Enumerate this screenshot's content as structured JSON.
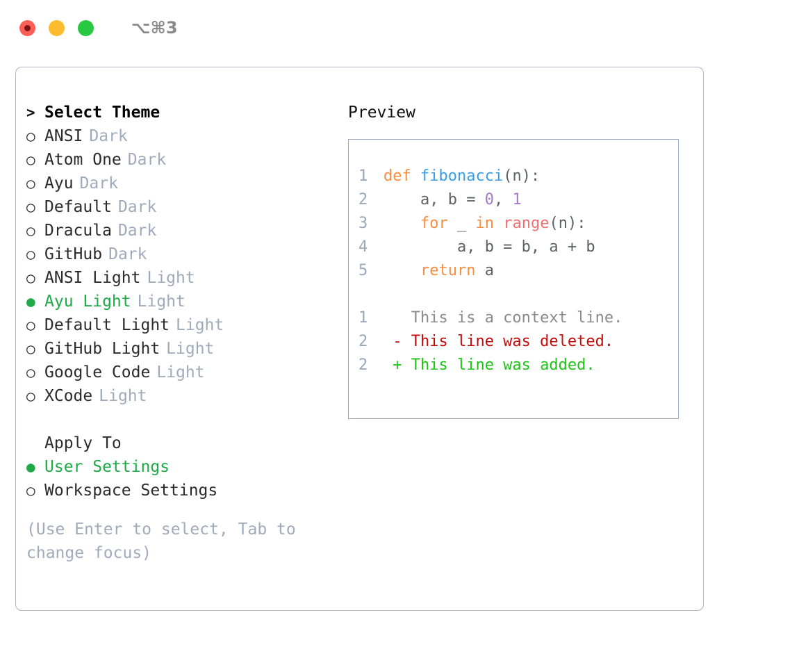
{
  "titlebar": {
    "shortcut": "⌥⌘3",
    "lights": [
      "close",
      "minimize",
      "maximize"
    ]
  },
  "theme_list": {
    "heading_marker": ">",
    "heading": "Select Theme",
    "items": [
      {
        "marker": "○",
        "name": "ANSI",
        "suffix": "Dark",
        "selected": false
      },
      {
        "marker": "○",
        "name": "Atom One",
        "suffix": "Dark",
        "selected": false
      },
      {
        "marker": "○",
        "name": "Ayu",
        "suffix": "Dark",
        "selected": false
      },
      {
        "marker": "○",
        "name": "Default",
        "suffix": "Dark",
        "selected": false
      },
      {
        "marker": "○",
        "name": "Dracula",
        "suffix": "Dark",
        "selected": false
      },
      {
        "marker": "○",
        "name": "GitHub",
        "suffix": "Dark",
        "selected": false
      },
      {
        "marker": "○",
        "name": "ANSI Light",
        "suffix": "Light",
        "selected": false
      },
      {
        "marker": "●",
        "name": "Ayu Light",
        "suffix": "Light",
        "selected": true
      },
      {
        "marker": "○",
        "name": "Default Light",
        "suffix": "Light",
        "selected": false
      },
      {
        "marker": "○",
        "name": "GitHub Light",
        "suffix": "Light",
        "selected": false
      },
      {
        "marker": "○",
        "name": "Google Code",
        "suffix": "Light",
        "selected": false
      },
      {
        "marker": "○",
        "name": "XCode",
        "suffix": "Light",
        "selected": false
      }
    ]
  },
  "apply_to": {
    "heading": "Apply To",
    "items": [
      {
        "marker": "●",
        "name": "User Settings",
        "selected": true
      },
      {
        "marker": "○",
        "name": "Workspace Settings",
        "selected": false
      }
    ]
  },
  "hint": "(Use Enter to select, Tab to change focus)",
  "preview": {
    "title": "Preview",
    "code_lines": [
      {
        "no": "1",
        "tokens": [
          {
            "t": "def",
            "c": "kw"
          },
          {
            "t": " ",
            "c": "txt"
          },
          {
            "t": "fibonacci",
            "c": "fn"
          },
          {
            "t": "(n):",
            "c": "txt"
          }
        ]
      },
      {
        "no": "2",
        "tokens": [
          {
            "t": "    a, b = ",
            "c": "txt"
          },
          {
            "t": "0",
            "c": "num"
          },
          {
            "t": ", ",
            "c": "txt"
          },
          {
            "t": "1",
            "c": "num"
          }
        ]
      },
      {
        "no": "3",
        "tokens": [
          {
            "t": "    ",
            "c": "txt"
          },
          {
            "t": "for",
            "c": "kw"
          },
          {
            "t": " _ ",
            "c": "txt"
          },
          {
            "t": "in",
            "c": "kw"
          },
          {
            "t": " ",
            "c": "txt"
          },
          {
            "t": "range",
            "c": "call"
          },
          {
            "t": "(n):",
            "c": "txt"
          }
        ]
      },
      {
        "no": "4",
        "tokens": [
          {
            "t": "        a, b = b, a + b",
            "c": "txt"
          }
        ]
      },
      {
        "no": "5",
        "tokens": [
          {
            "t": "    ",
            "c": "txt"
          },
          {
            "t": "return",
            "c": "kw"
          },
          {
            "t": " a",
            "c": "txt"
          }
        ]
      }
    ],
    "diff_lines": [
      {
        "no": "1",
        "tokens": [
          {
            "t": "   This is a context line.",
            "c": "ctx"
          }
        ]
      },
      {
        "no": "2",
        "tokens": [
          {
            "t": " - This line was deleted.",
            "c": "del"
          }
        ]
      },
      {
        "no": "2",
        "tokens": [
          {
            "t": " + This line was added.",
            "c": "add"
          }
        ]
      }
    ]
  },
  "colors": {
    "accent_green": "#1cab46",
    "muted": "#9fabbb",
    "keyword": "#fa8d3e",
    "function": "#399ee6",
    "number": "#a37acc",
    "call": "#f07171",
    "diff_add": "#1cc414",
    "diff_del": "#c40a0a",
    "border": "#aab4c4",
    "light_red": "#fc5f58",
    "light_amber": "#febc2e",
    "light_green": "#28c840"
  }
}
